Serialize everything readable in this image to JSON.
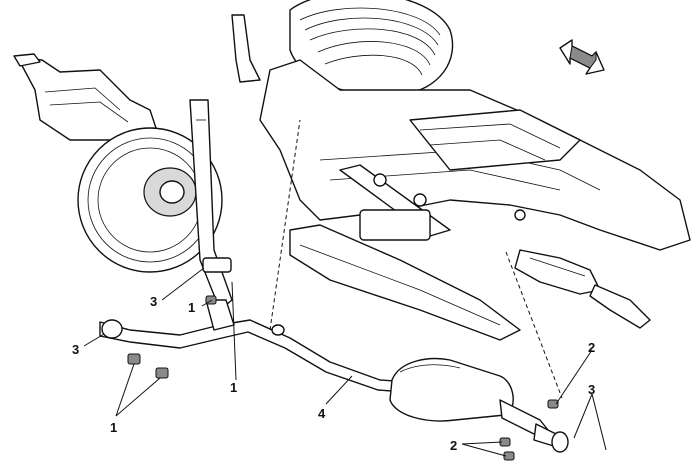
{
  "callouts": {
    "c1_left_bottom": "1",
    "c1_upper_clamp": "1",
    "c1_center": "1",
    "c2_upper_right": "2",
    "c2_lower_right": "2",
    "c3_upper_left": "3",
    "c3_mid_left": "3",
    "c3_right": "3",
    "c4_pipe": "4"
  },
  "icons": {
    "direction": "double-arrow-icon"
  }
}
